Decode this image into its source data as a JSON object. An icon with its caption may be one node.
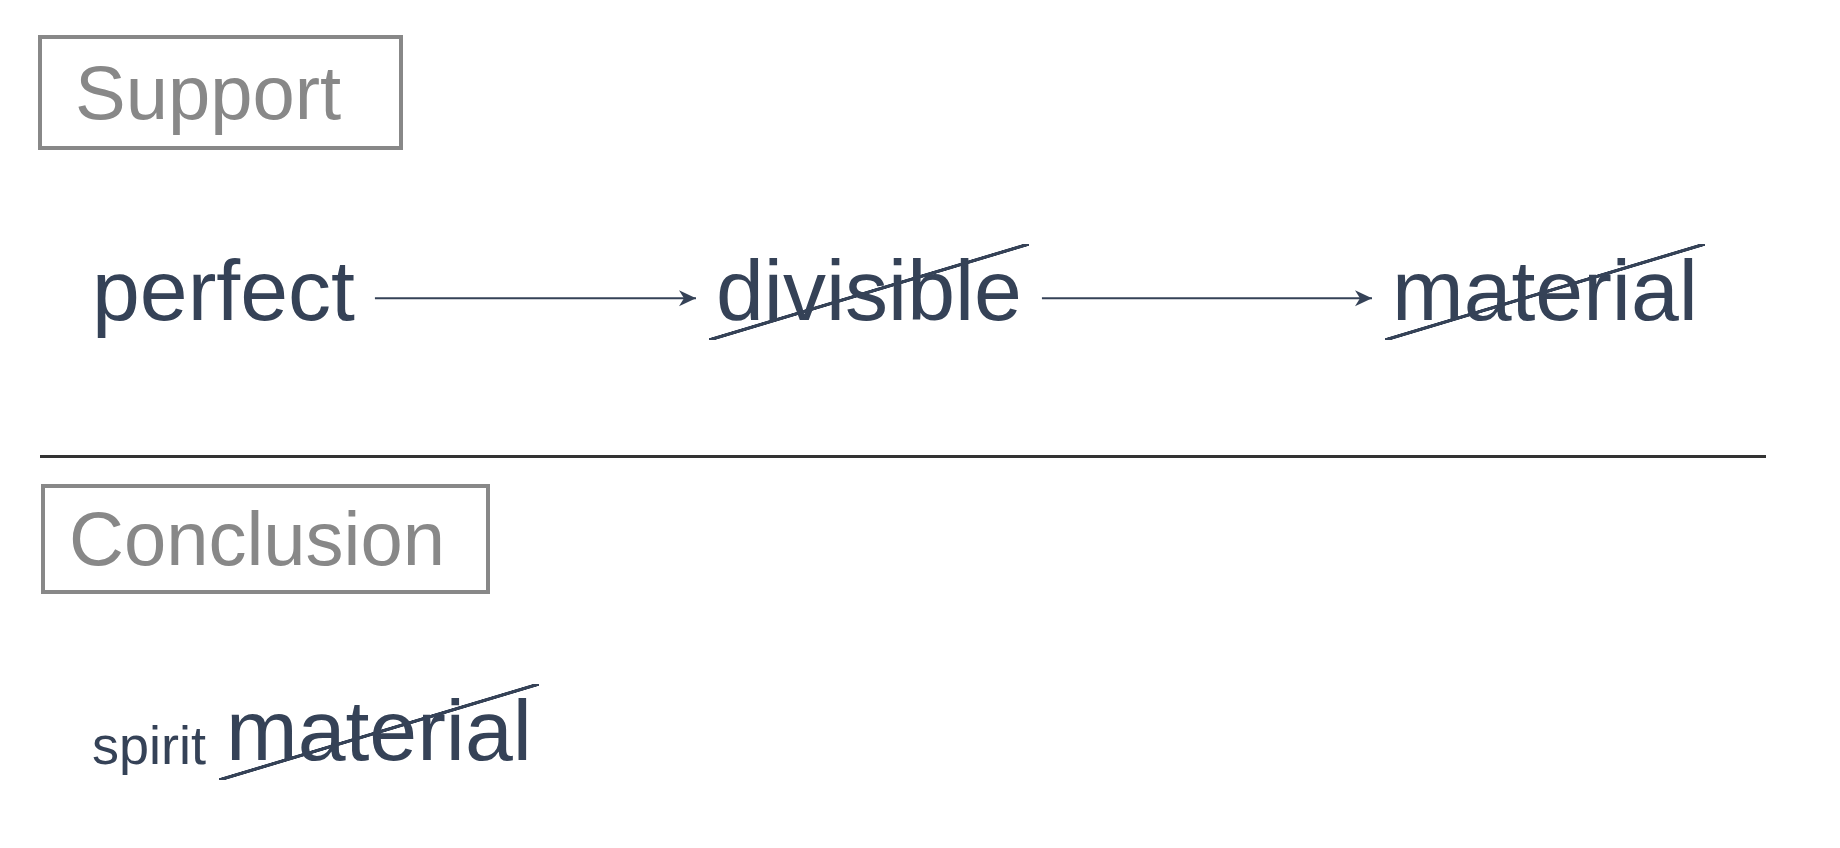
{
  "diagram": {
    "nodes": [
      {
        "text": [
          "Support"
        ]
      },
      {
        "text": [
          "perfect"
        ]
      },
      {
        "text": [
          "divisible"
        ]
      },
      {
        "text": [
          "material"
        ]
      },
      {
        "text": [
          "Conclusion"
        ]
      },
      {
        "text": [
          "spirit"
        ]
      },
      {
        "text": [
          "material"
        ]
      }
    ],
    "edges": [
      {
        "from": 1,
        "to": 2,
        "arrow": "to"
      },
      {
        "from": 2,
        "to": 3,
        "arrow": "to"
      }
    ]
  }
}
